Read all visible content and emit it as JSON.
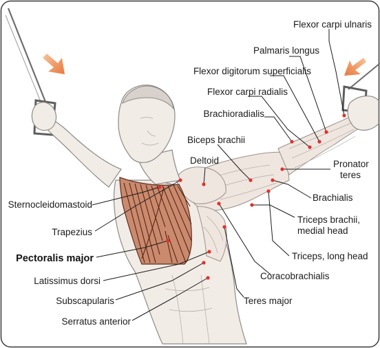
{
  "diagram": {
    "labels": [
      {
        "id": "flexor-carpi-ulnaris",
        "text": "Flexor carpi ulnaris",
        "emphasis": false
      },
      {
        "id": "palmaris-longus",
        "text": "Palmaris longus",
        "emphasis": false
      },
      {
        "id": "flexor-digitorum-superficialis",
        "text": "Flexor digitorum superficialis",
        "emphasis": false
      },
      {
        "id": "flexor-carpi-radialis",
        "text": "Flexor carpi radialis",
        "emphasis": false
      },
      {
        "id": "brachioradialis",
        "text": "Brachioradialis",
        "emphasis": false
      },
      {
        "id": "biceps-brachii",
        "text": "Biceps brachii",
        "emphasis": false
      },
      {
        "id": "deltoid",
        "text": "Deltoid",
        "emphasis": false
      },
      {
        "id": "pronator-teres",
        "text": "Pronator\nteres",
        "emphasis": false
      },
      {
        "id": "brachialis",
        "text": "Brachialis",
        "emphasis": false
      },
      {
        "id": "sternocleidomastoid",
        "text": "Sternocleidomastoid",
        "emphasis": false
      },
      {
        "id": "trapezius",
        "text": "Trapezius",
        "emphasis": false
      },
      {
        "id": "triceps-brachii-medial-head",
        "text": "Triceps brachii,\nmedial head",
        "emphasis": false
      },
      {
        "id": "pectoralis-major",
        "text": "Pectoralis major",
        "emphasis": true
      },
      {
        "id": "triceps-long-head",
        "text": "Triceps, long head",
        "emphasis": false
      },
      {
        "id": "latissimus-dorsi",
        "text": "Latissimus dorsi",
        "emphasis": false
      },
      {
        "id": "coracobrachialis",
        "text": "Coracobrachialis",
        "emphasis": false
      },
      {
        "id": "subscapularis",
        "text": "Subscapularis",
        "emphasis": false
      },
      {
        "id": "teres-major",
        "text": "Teres major",
        "emphasis": false
      },
      {
        "id": "serratus-anterior",
        "text": "Serratus anterior",
        "emphasis": false
      }
    ],
    "colors": {
      "marker": "#e0322b",
      "arrow": "#e8793f",
      "highlighted_muscle": "#c98a6e"
    }
  }
}
